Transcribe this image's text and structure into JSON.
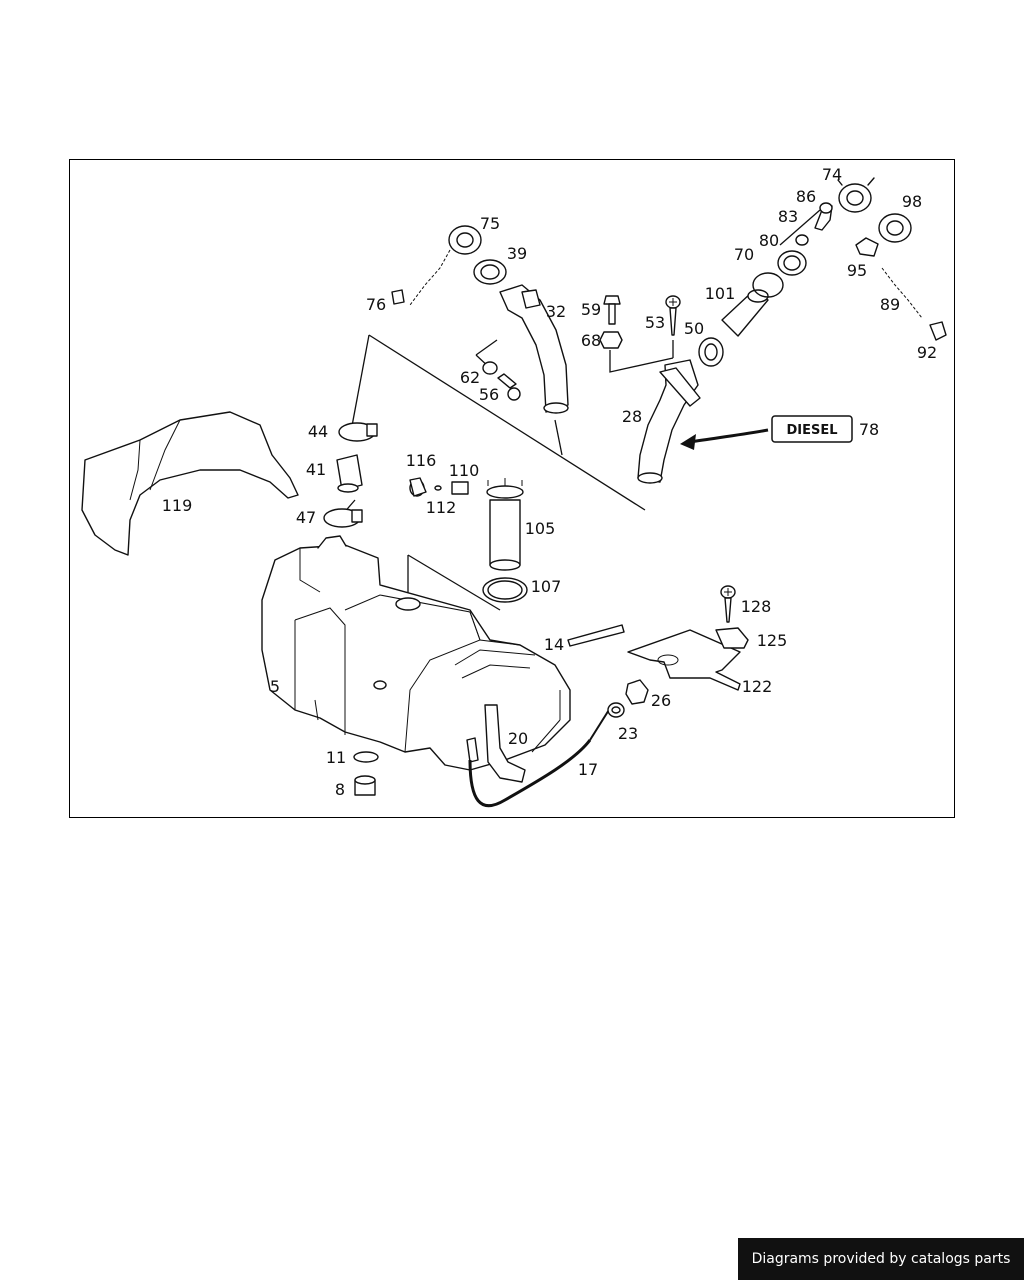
{
  "diagram": {
    "part_callouts": [
      "74",
      "86",
      "83",
      "98",
      "75",
      "39",
      "80",
      "70",
      "95",
      "101",
      "89",
      "76",
      "32",
      "59",
      "53",
      "50",
      "68",
      "92",
      "62",
      "56",
      "28",
      "78",
      "44",
      "116",
      "110",
      "41",
      "112",
      "119",
      "105",
      "47",
      "107",
      "128",
      "14",
      "125",
      "5",
      "26",
      "122",
      "23",
      "20",
      "11",
      "17",
      "8"
    ],
    "diesel_label": "DIESEL"
  },
  "footer": {
    "credit": "Diagrams provided by catalogs parts"
  },
  "colors": {
    "line": "#111111",
    "background": "#ffffff",
    "footer_bg": "#111111",
    "footer_text": "#ffffff"
  }
}
